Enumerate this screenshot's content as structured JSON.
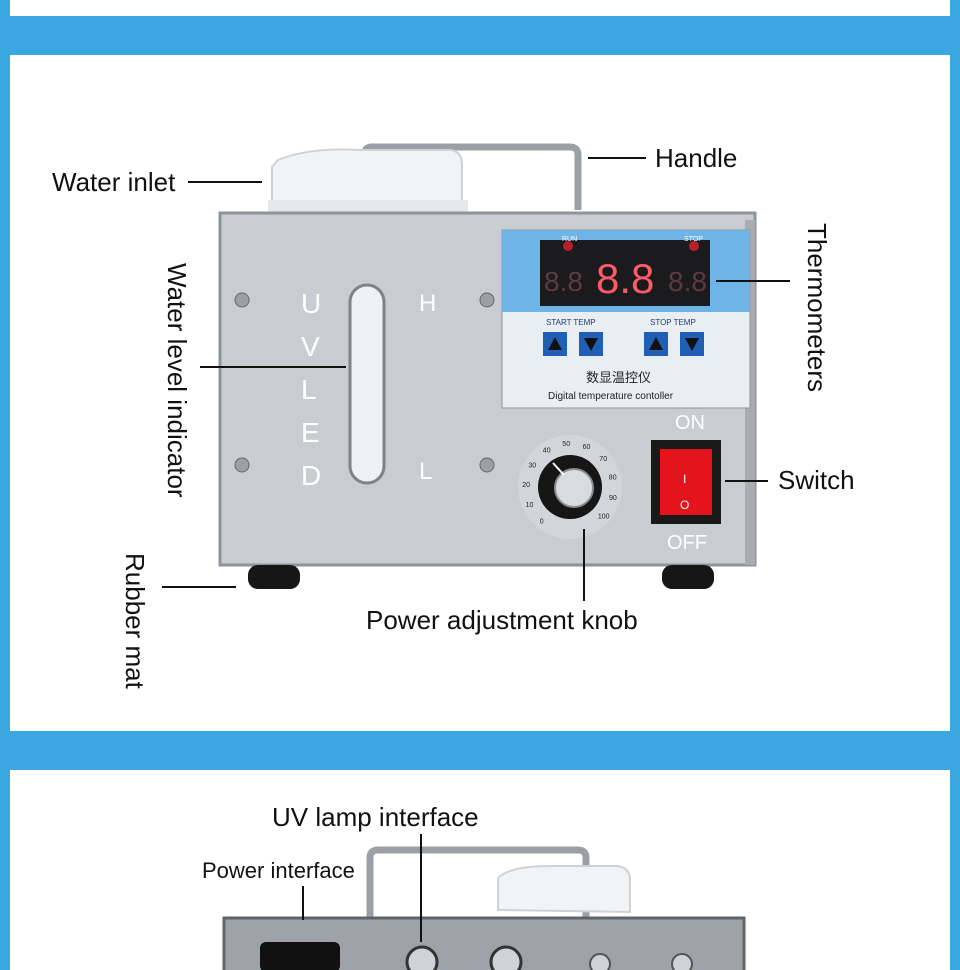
{
  "labels": {
    "water_inlet": "Water inlet",
    "handle": "Handle",
    "water_level_indicator": "Water level indicator",
    "thermometers": "Thermometers",
    "switch": "Switch",
    "rubber_mat": "Rubber mat",
    "power_adjustment_knob": "Power adjustment knob",
    "uv_lamp_interface": "UV lamp interface",
    "power_interface": "Power interface"
  },
  "device": {
    "front_letters": [
      "U",
      "V",
      "L",
      "E",
      "D"
    ],
    "level_high": "H",
    "level_low": "L",
    "run_label": "RUN",
    "stop_label": "STOP",
    "start_temp_label": "START TEMP",
    "stop_temp_label": "STOP TEMP",
    "display_left": "8.8",
    "display_mid": "8.8",
    "display_right": "8.8",
    "controller_cn": "数显温控仪",
    "controller_en": "Digital temperature contoller",
    "switch_on": "ON",
    "switch_off": "OFF",
    "switch_i": "I",
    "switch_o": "O",
    "knob_scale": [
      "0",
      "10",
      "20",
      "30",
      "40",
      "50",
      "60",
      "70",
      "80",
      "90",
      "100"
    ]
  },
  "colors": {
    "frame_blue": "#3aa7e3",
    "body_gray": "#c9ccd1",
    "panel_blue": "#6fb4e6",
    "switch_red": "#e3141b"
  }
}
